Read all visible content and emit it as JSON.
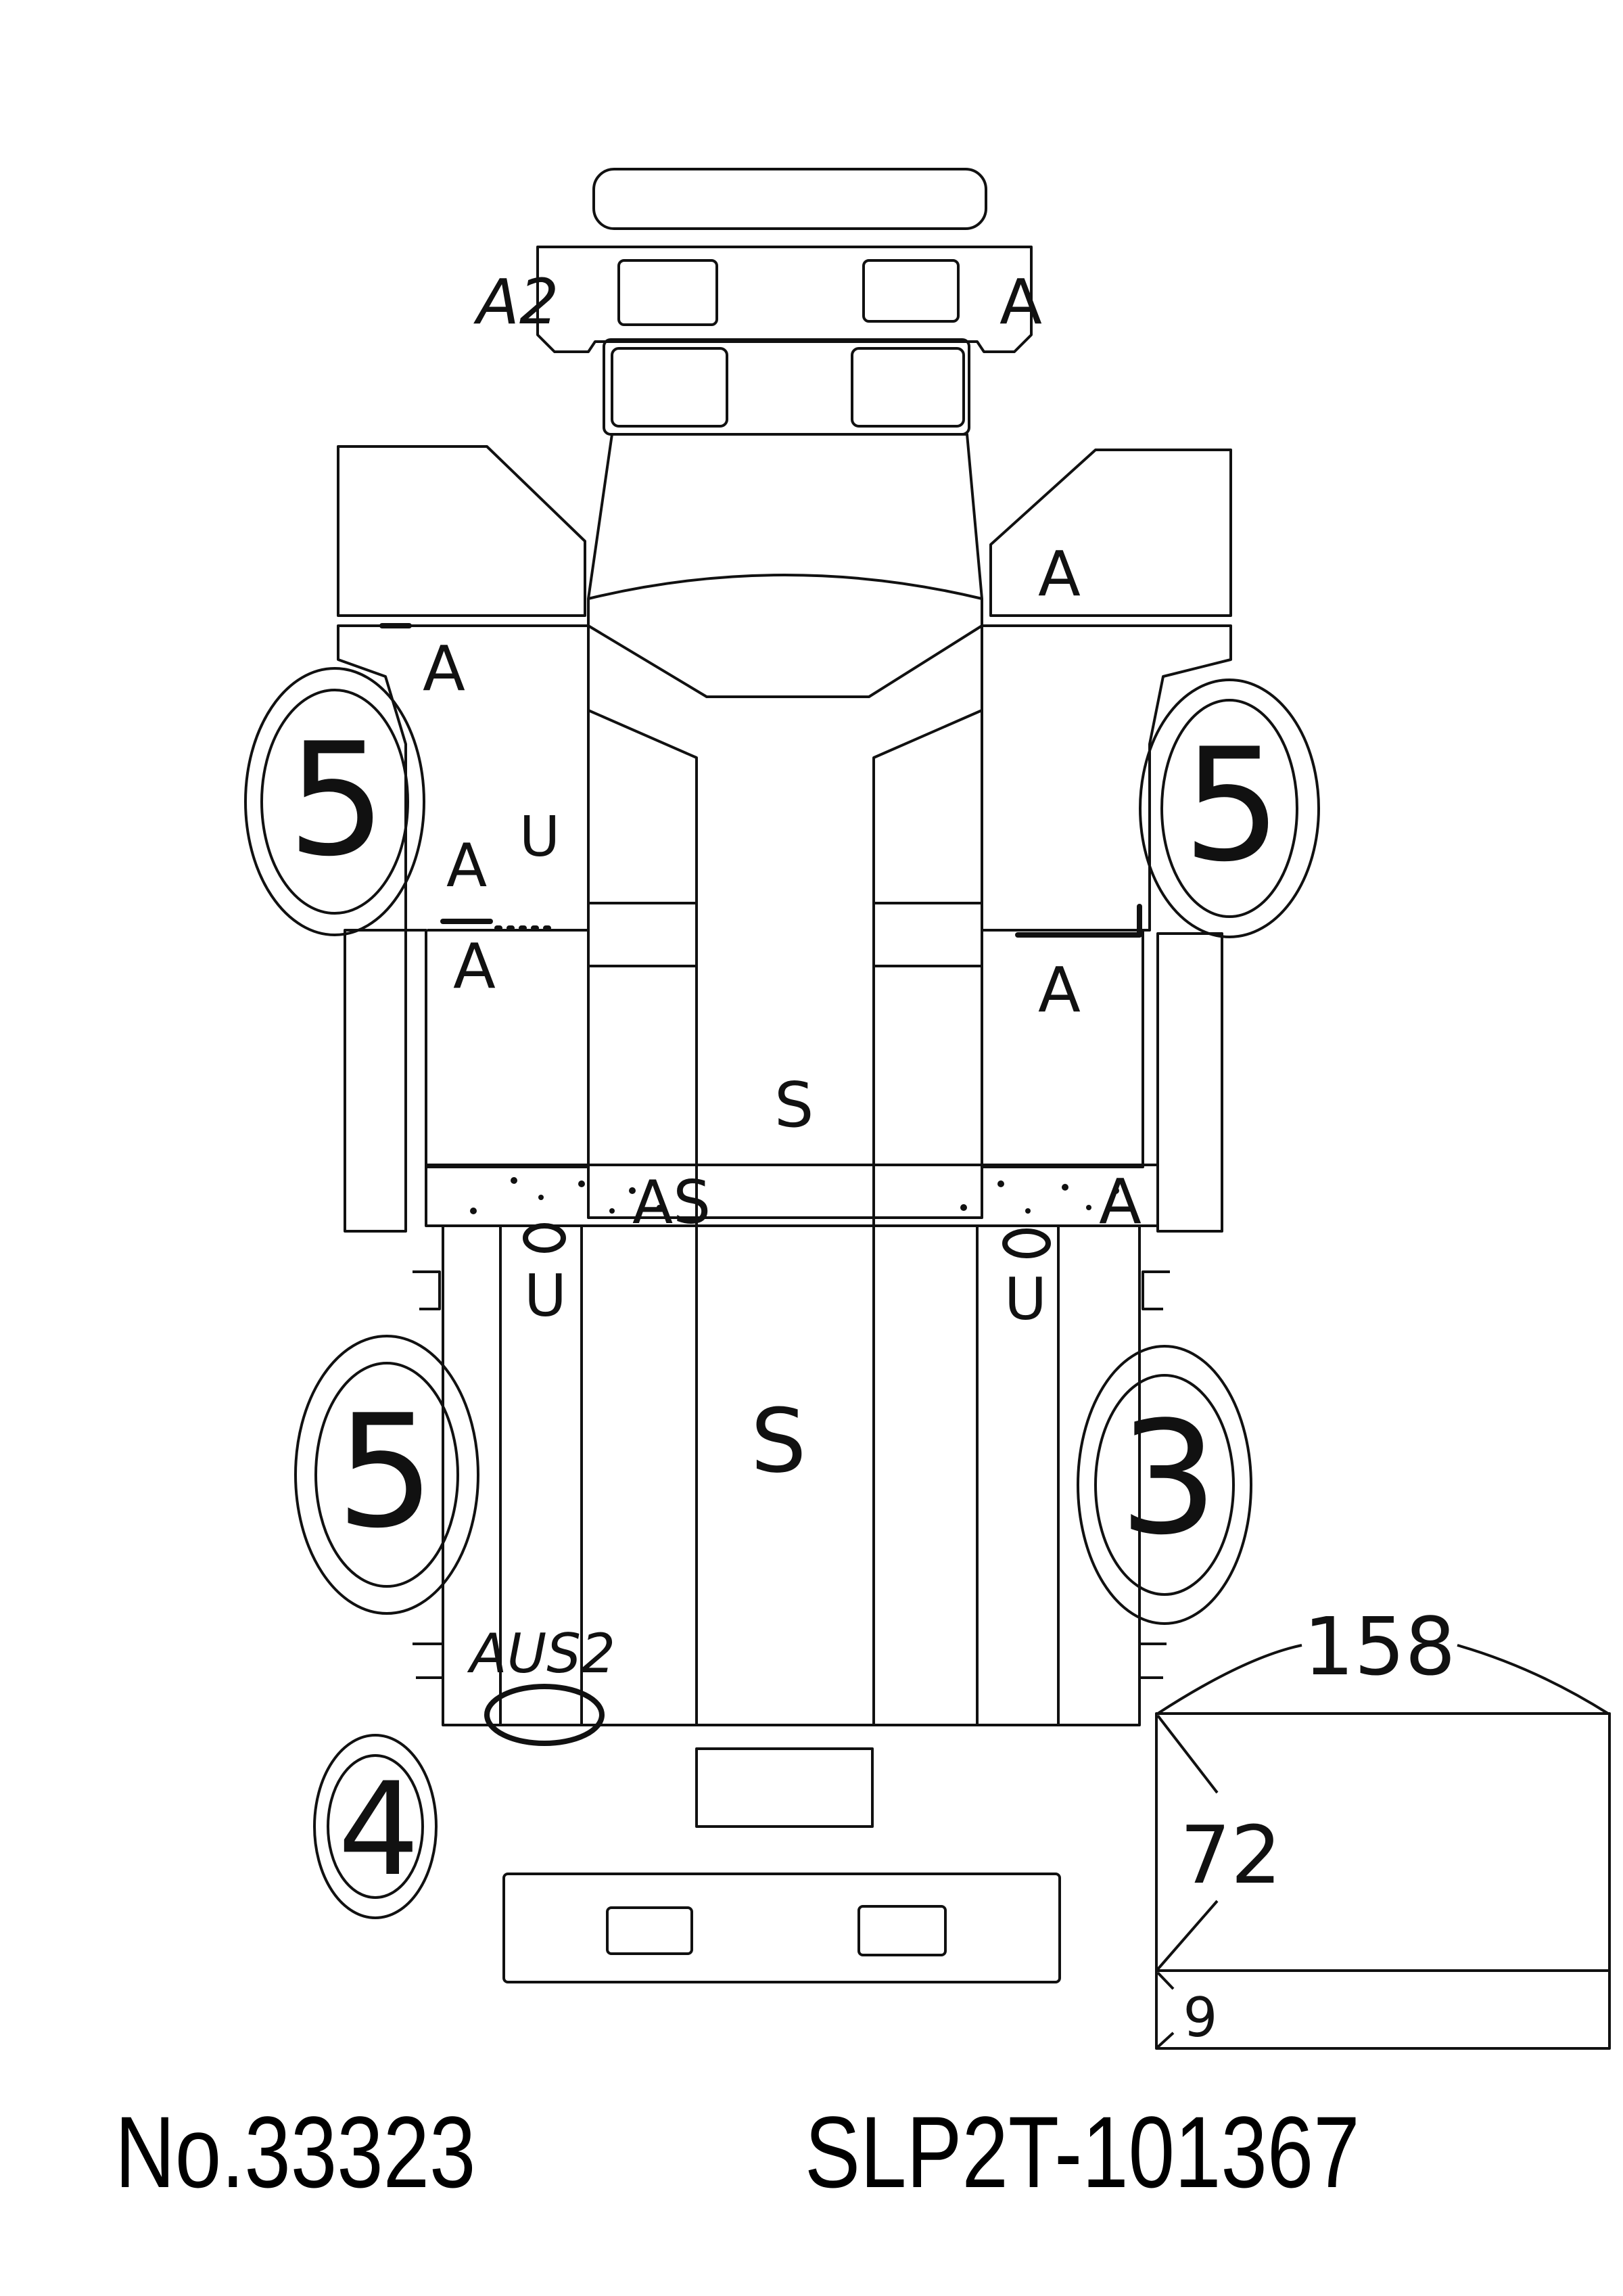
{
  "footer": {
    "number": "No.33323",
    "chassis": "SLP2T-101367"
  },
  "cargo_box": {
    "length": "158",
    "height": "72",
    "floor": "9"
  },
  "wheels": {
    "front_left": "5",
    "front_right": "5",
    "rear_left": "5",
    "rear_right": "3",
    "spare": "4"
  },
  "marks": {
    "front_bumper_left": "A2",
    "front_bumper_right": "A",
    "right_door": "A",
    "left_front_fender": "A",
    "left_front_u": "U",
    "left_front_a": "A",
    "left_cab_lower": "A",
    "right_cab_lower": "A",
    "roof_s": "S",
    "cab_back_rail": "AS",
    "cab_back_rail_right": "A",
    "left_frame_u": "U",
    "right_frame_u": "U",
    "cargo_floor": "S",
    "rear_left": "AUS2"
  }
}
